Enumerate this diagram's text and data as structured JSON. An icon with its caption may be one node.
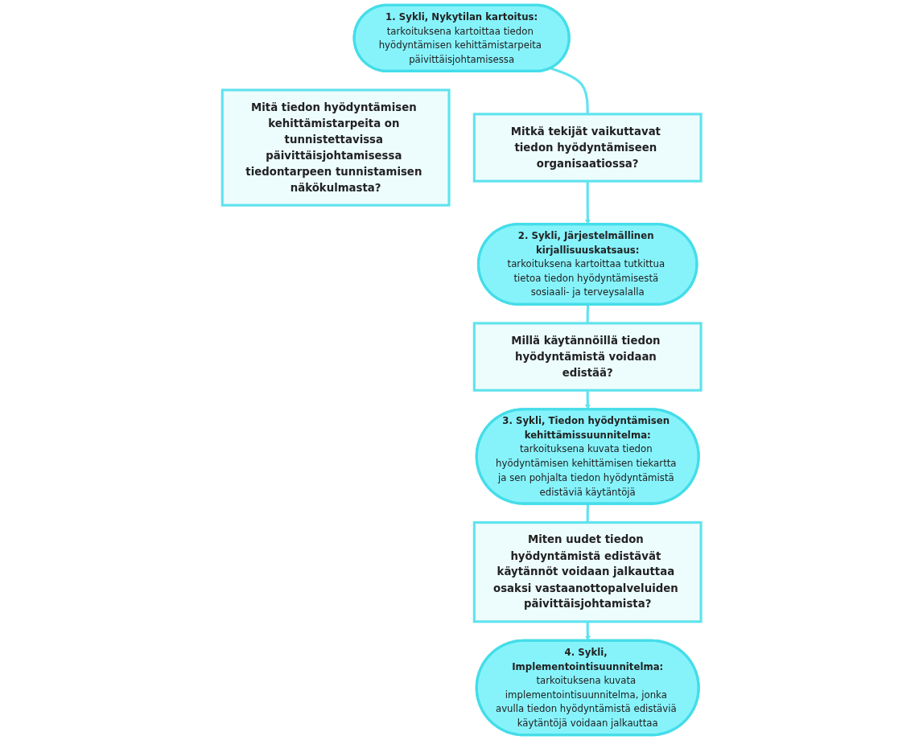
{
  "diagram": {
    "nodes": [
      {
        "text": [
          "1. Sykli, Nykytilan kartoitus:",
          "tarkoituksena kartoittaa tiedon hyödyntämisen kehittämistarpeita päivittäisjohtamisessa"
        ]
      },
      {
        "text": [
          "Mitä tiedon hyödyntämisen kehittämistarpeita on tunnistettavissa päivittäisjohtamisessa tiedontarpeen tunnistamisen näkökulmasta?"
        ]
      },
      {
        "text": [
          "Mitkä tekijät vaikuttavat tiedon hyödyntämiseen organisaatiossa?"
        ]
      },
      {
        "text": [
          "2. Sykli, Järjestelmällinen kirjallisuuskatsaus:",
          "tarkoituksena kartoittaa tutkittua tietoa tiedon hyödyntämisestä sosiaali- ja terveysalalla"
        ]
      },
      {
        "text": [
          "Millä käytännöillä tiedon hyödyntämistä voidaan edistää?"
        ]
      },
      {
        "text": [
          "3. Sykli, Tiedon hyödyntämisen kehittämissuunnitelma:",
          "tarkoituksena kuvata tiedon hyödyntämisen kehittämisen tiekartta ja sen pohjalta tiedon hyödyntämistä edistäviä käytäntöjä"
        ]
      },
      {
        "text": [
          "Miten uudet tiedon hyödyntämistä edistävät käytännöt voidaan jalkauttaa osaksi vastaanottopalveluiden päivittäisjohtamista?"
        ]
      },
      {
        "text": [
          "4. Sykli, Implementointisuunnitelma:",
          "tarkoituksena kuvata implementointisuunnitelma, jonka avulla tiedon hyödyntämistä edistäviä käytäntöjä voidaan jalkauttaa"
        ]
      }
    ],
    "edges": [
      {
        "from": 0,
        "to": 2,
        "arrow": "none"
      },
      {
        "from": 2,
        "to": 3,
        "arrow": "to"
      },
      {
        "from": 3,
        "to": 4,
        "arrow": "none"
      },
      {
        "from": 4,
        "to": 5,
        "arrow": "to"
      },
      {
        "from": 5,
        "to": 6,
        "arrow": "none"
      },
      {
        "from": 6,
        "to": 7,
        "arrow": "to"
      }
    ]
  }
}
